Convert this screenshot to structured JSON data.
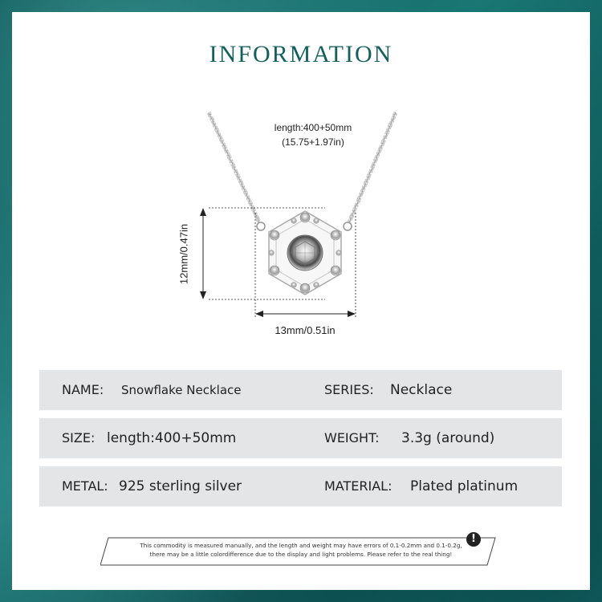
{
  "title": "INFORMATION",
  "dimensions": {
    "chain_length_mm": "length:400+50mm",
    "chain_length_in": "(15.75+1.97in)",
    "height": "12mm/0.47in",
    "width": "13mm/0.51in"
  },
  "specs": [
    {
      "left_label": "NAME:",
      "left_value": "Snowflake Necklace",
      "right_label": "SERIES:",
      "right_value": "Necklace"
    },
    {
      "left_label": "SIZE:",
      "left_value": "length:400+50mm",
      "right_label": "WEIGHT:",
      "right_value": "3.3g (around)"
    },
    {
      "left_label": "METAL:",
      "left_value": "925 sterling silver",
      "right_label": "MATERIAL:",
      "right_value": "Plated platinum"
    }
  ],
  "notice": {
    "line1": "This commodity is measured manually, and the length and weight may have errors of 0.1-0.2mm and 0.1-0.2g,",
    "line2": "there may be a little colordifference due to the display and light problems. Please refer to the real thing!"
  },
  "colors": {
    "accent": "#14605d",
    "row_bg": "#e3e5e7",
    "frame": "#0f5b5a"
  }
}
